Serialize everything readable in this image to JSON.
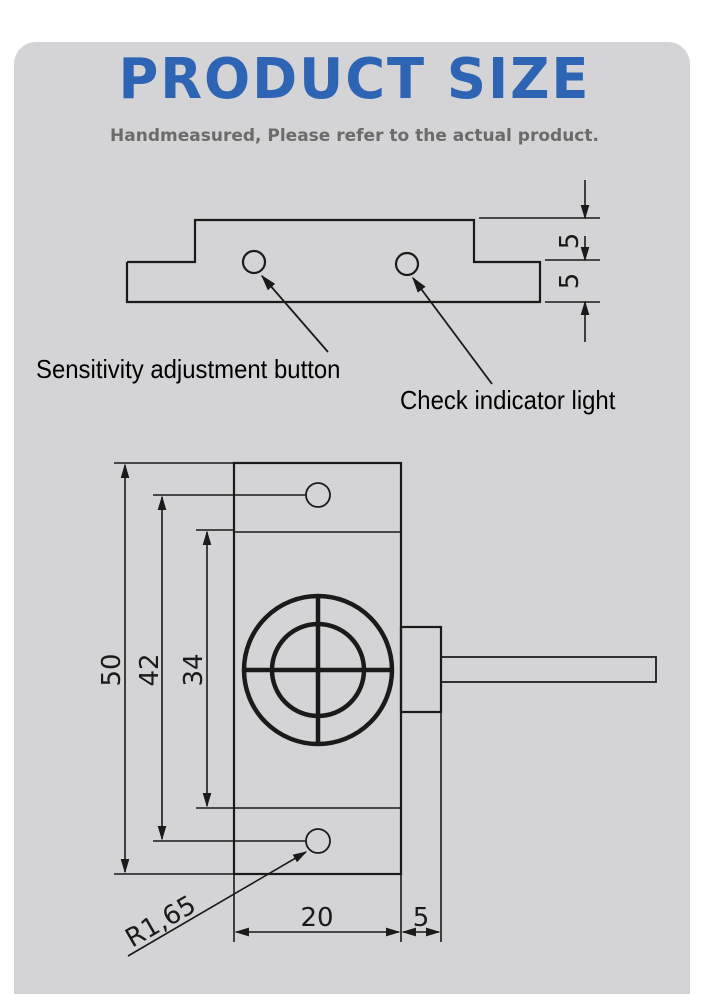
{
  "header": {
    "title": "PRODUCT SIZE",
    "subtitle": "Handmeasured, Please refer to the actual product."
  },
  "labels": {
    "sensitivity": "Sensitivity adjustment button",
    "indicator": "Check indicator light"
  },
  "dimensions": {
    "side_top": "5",
    "side_bottom": "5",
    "overall_height": "50",
    "hole_spacing": "42",
    "inner_height": "34",
    "width": "20",
    "cable_offset": "5",
    "hole_radius": "R1,65"
  },
  "colors": {
    "title": "#2e64b4",
    "subtitle": "#6b6b6b",
    "card": "#d4d3d6"
  }
}
